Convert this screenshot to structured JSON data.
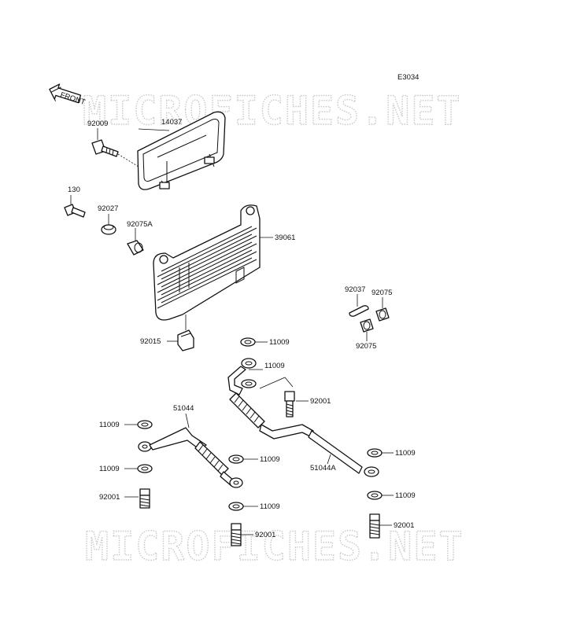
{
  "diagram_code": "E3034",
  "front_arrow_label": "FRONT",
  "watermark_text": "MICROFICHES.NET",
  "colors": {
    "line": "#111111",
    "watermark": "#c9c9c9"
  },
  "parts": {
    "cover": "14037",
    "bolt_top": "92009",
    "bolt_small": "130",
    "collar": "92027",
    "grommet_a": "92075A",
    "oil_cooler": "39061",
    "clamp": "92015",
    "clip": "92037",
    "grommet_right": "92075",
    "grommet_right_2": "92075",
    "washer_1": "11009",
    "washer_2": "11009",
    "washer_3": "11009",
    "washer_4": "11009",
    "washer_5": "11009",
    "washer_6": "11009",
    "washer_7": "11009",
    "hose_left": "51044",
    "hose_right": "51044A",
    "bolt_r1": "92001",
    "bolt_l": "92001",
    "bolt_c": "92001",
    "bolt_r2": "92001"
  }
}
